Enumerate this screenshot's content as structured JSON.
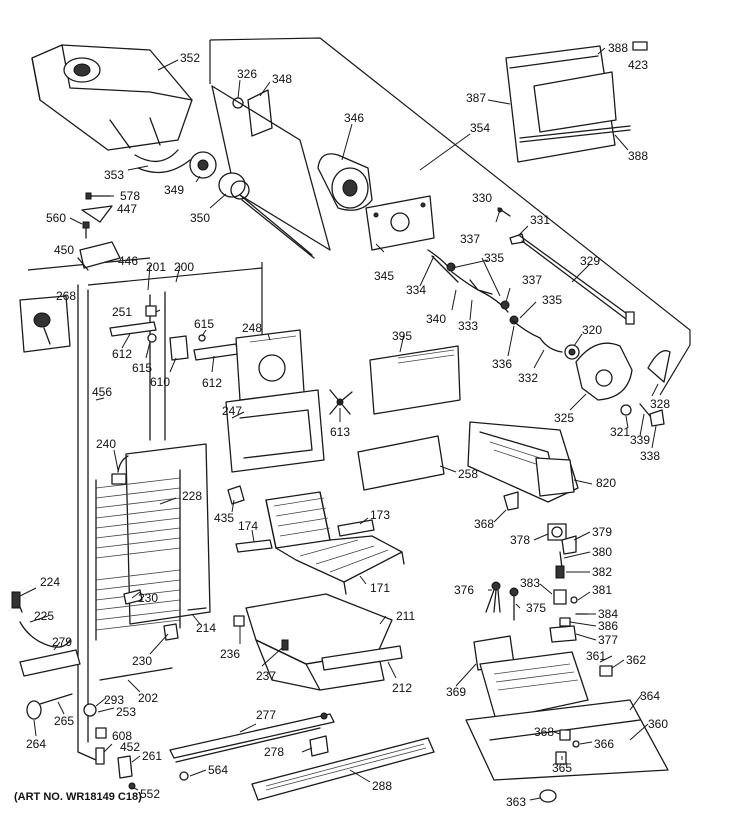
{
  "diagram": {
    "art_number": "(ART NO. WR18149 C18)",
    "labels": [
      {
        "id": "l352",
        "text": "352"
      },
      {
        "id": "l326",
        "text": "326"
      },
      {
        "id": "l348",
        "text": "348"
      },
      {
        "id": "l346",
        "text": "346"
      },
      {
        "id": "l388a",
        "text": "388"
      },
      {
        "id": "l423",
        "text": "423"
      },
      {
        "id": "l387",
        "text": "387"
      },
      {
        "id": "l354",
        "text": "354"
      },
      {
        "id": "l388b",
        "text": "388"
      },
      {
        "id": "l353",
        "text": "353"
      },
      {
        "id": "l349",
        "text": "349"
      },
      {
        "id": "l578",
        "text": "578"
      },
      {
        "id": "l447",
        "text": "447"
      },
      {
        "id": "l560",
        "text": "560"
      },
      {
        "id": "l350",
        "text": "350"
      },
      {
        "id": "l330",
        "text": "330"
      },
      {
        "id": "l331",
        "text": "331"
      },
      {
        "id": "l337a",
        "text": "337"
      },
      {
        "id": "l450",
        "text": "450"
      },
      {
        "id": "l446",
        "text": "446"
      },
      {
        "id": "l201",
        "text": "201"
      },
      {
        "id": "l200",
        "text": "200"
      },
      {
        "id": "l345",
        "text": "345"
      },
      {
        "id": "l335a",
        "text": "335"
      },
      {
        "id": "l329",
        "text": "329"
      },
      {
        "id": "l268",
        "text": "268"
      },
      {
        "id": "l334",
        "text": "334"
      },
      {
        "id": "l337b",
        "text": "337"
      },
      {
        "id": "l251",
        "text": "251"
      },
      {
        "id": "l615a",
        "text": "615"
      },
      {
        "id": "l248",
        "text": "248"
      },
      {
        "id": "l340",
        "text": "340"
      },
      {
        "id": "l333",
        "text": "333"
      },
      {
        "id": "l335b",
        "text": "335"
      },
      {
        "id": "l612a",
        "text": "612"
      },
      {
        "id": "l615b",
        "text": "615"
      },
      {
        "id": "l610",
        "text": "610"
      },
      {
        "id": "l612b",
        "text": "612"
      },
      {
        "id": "l395",
        "text": "395"
      },
      {
        "id": "l320",
        "text": "320"
      },
      {
        "id": "l336",
        "text": "336"
      },
      {
        "id": "l332",
        "text": "332"
      },
      {
        "id": "l456",
        "text": "456"
      },
      {
        "id": "l247",
        "text": "247"
      },
      {
        "id": "l328",
        "text": "328"
      },
      {
        "id": "l325",
        "text": "325"
      },
      {
        "id": "l321",
        "text": "321"
      },
      {
        "id": "l339",
        "text": "339"
      },
      {
        "id": "l613",
        "text": "613"
      },
      {
        "id": "l240",
        "text": "240"
      },
      {
        "id": "l338",
        "text": "338"
      },
      {
        "id": "l258",
        "text": "258"
      },
      {
        "id": "l820",
        "text": "820"
      },
      {
        "id": "l228",
        "text": "228"
      },
      {
        "id": "l435",
        "text": "435"
      },
      {
        "id": "l173",
        "text": "173"
      },
      {
        "id": "l174",
        "text": "174"
      },
      {
        "id": "l368a",
        "text": "368"
      },
      {
        "id": "l378",
        "text": "378"
      },
      {
        "id": "l379",
        "text": "379"
      },
      {
        "id": "l380",
        "text": "380"
      },
      {
        "id": "l382",
        "text": "382"
      },
      {
        "id": "l224",
        "text": "224"
      },
      {
        "id": "l230a",
        "text": "230"
      },
      {
        "id": "l171",
        "text": "171"
      },
      {
        "id": "l376",
        "text": "376"
      },
      {
        "id": "l383",
        "text": "383"
      },
      {
        "id": "l381",
        "text": "381"
      },
      {
        "id": "l225",
        "text": "225"
      },
      {
        "id": "l211",
        "text": "211"
      },
      {
        "id": "l375",
        "text": "375"
      },
      {
        "id": "l384",
        "text": "384"
      },
      {
        "id": "l214",
        "text": "214"
      },
      {
        "id": "l279",
        "text": "279"
      },
      {
        "id": "l386",
        "text": "386"
      },
      {
        "id": "l377",
        "text": "377"
      },
      {
        "id": "l236",
        "text": "236"
      },
      {
        "id": "l230b",
        "text": "230"
      },
      {
        "id": "l361",
        "text": "361"
      },
      {
        "id": "l362",
        "text": "362"
      },
      {
        "id": "l237",
        "text": "237"
      },
      {
        "id": "l212",
        "text": "212"
      },
      {
        "id": "l369",
        "text": "369"
      },
      {
        "id": "l202",
        "text": "202"
      },
      {
        "id": "l293",
        "text": "293"
      },
      {
        "id": "l364",
        "text": "364"
      },
      {
        "id": "l265",
        "text": "265"
      },
      {
        "id": "l253",
        "text": "253"
      },
      {
        "id": "l277",
        "text": "277"
      },
      {
        "id": "l360",
        "text": "360"
      },
      {
        "id": "l264",
        "text": "264"
      },
      {
        "id": "l608",
        "text": "608"
      },
      {
        "id": "l368b",
        "text": "368"
      },
      {
        "id": "l366",
        "text": "366"
      },
      {
        "id": "l452",
        "text": "452"
      },
      {
        "id": "l261",
        "text": "261"
      },
      {
        "id": "l278",
        "text": "278"
      },
      {
        "id": "l564",
        "text": "564"
      },
      {
        "id": "l365",
        "text": "365"
      },
      {
        "id": "l288",
        "text": "288"
      },
      {
        "id": "l552",
        "text": "552"
      },
      {
        "id": "l363",
        "text": "363"
      }
    ]
  }
}
